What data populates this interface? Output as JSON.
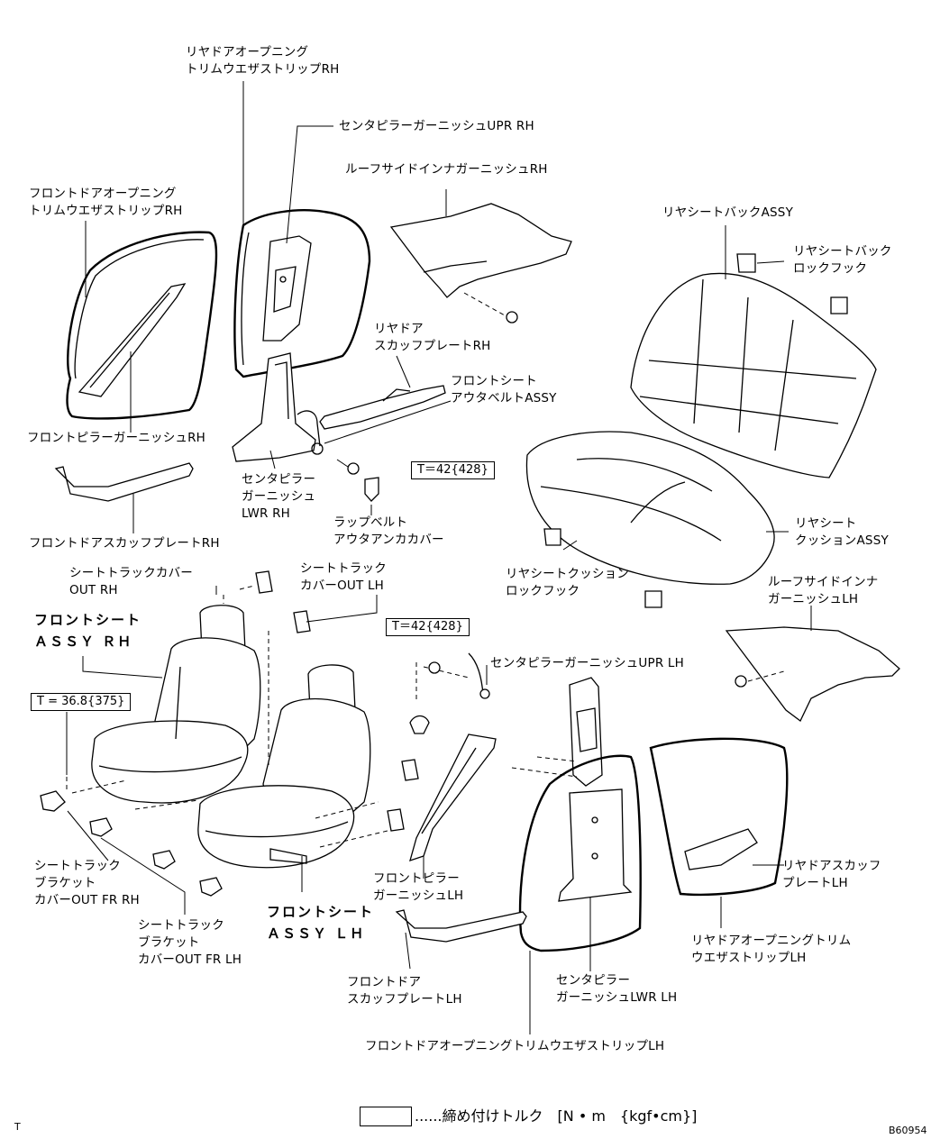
{
  "labels": {
    "rr_door_ws_rh": "リヤドアオープニング\nトリムウエザストリップRH",
    "cp_upr_rh": "センタピラーガーニッシュUPR RH",
    "roof_side_rh": "ルーフサイドインナガーニッシュRH",
    "fr_door_ws_rh": "フロントドアオープニング\nトリムウエザストリップRH",
    "rr_seat_back": "リヤシートバックASSY",
    "rr_back_lock": "リヤシートバック\nロックフック",
    "rr_scuff_rh": "リヤドア\nスカッフプレートRH",
    "fr_outer_belt": "フロントシート\nアウタベルトASSY",
    "fr_pillar_rh": "フロントピラーガーニッシュRH",
    "cp_lwr_rh": "センタピラー\nガーニッシュ\nLWR RH",
    "lap_belt_cover": "ラップベルト\nアウタアンカカバー",
    "rr_cushion": "リヤシート\nクッションASSY",
    "fr_scuff_rh": "フロントドアスカッフプレートRH",
    "track_cover_out_rh": "シートトラックカバー\nOUT RH",
    "track_cover_out_lh": "シートトラック\nカバーOUT LH",
    "cushion_lock": "リヤシートクッション\nロックフック",
    "roof_side_lh": "ルーフサイドインナ\nガーニッシュLH",
    "cp_upr_lh": "センタピラーガーニッシュUPR LH",
    "bracket_fr_rh": "シートトラック\nブラケット\nカバーOUT FR RH",
    "bracket_fr_lh": "シートトラック\nブラケット\nカバーOUT FR LH",
    "fr_pillar_lh": "フロントピラー\nガーニッシュLH",
    "rr_scuff_lh": "リヤドアスカッフ\nプレートLH",
    "rr_door_ws_lh": "リヤドアオープニングトリム\nウエザストリップLH",
    "fr_scuff_lh": "フロントドア\nスカッフプレートLH",
    "cp_lwr_lh": "センタピラー\nガーニッシュLWR LH",
    "fr_door_ws_lh": "フロントドアオープニングトリムウエザストリップLH",
    "fr_seat_rh": "フロントシート\nＡＳＳＹ ＲＨ",
    "fr_seat_lh": "フロントシート\nＡＳＳＹ ＬＨ"
  },
  "torque": {
    "t1": "T＝42{428}",
    "t2": "T＝42{428}",
    "t3": "T = 36.8{375}"
  },
  "legend": {
    "text": "......締め付けトルク　[N • m　{kgf•cm}]"
  },
  "corner": {
    "left": "T",
    "code": "B60954"
  }
}
